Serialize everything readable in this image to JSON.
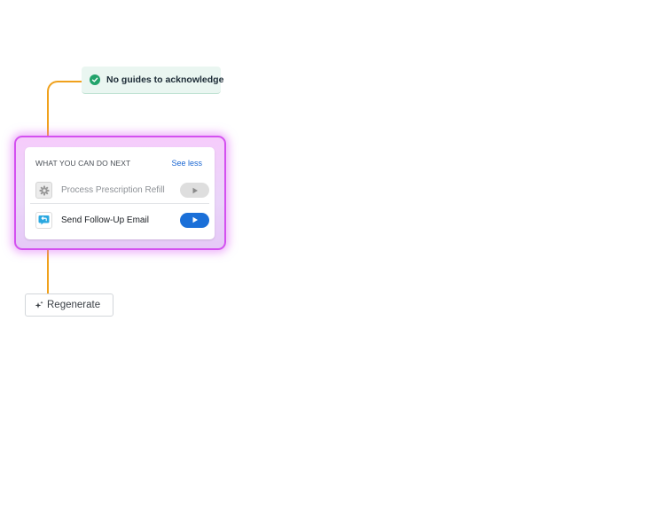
{
  "acknowledgement": {
    "text": "No guides to acknowledge",
    "icon": "check-circle-icon",
    "color": "#22a36b"
  },
  "next_actions": {
    "title": "WHAT YOU CAN DO NEXT",
    "toggle_label": "See less",
    "items": [
      {
        "label": "Process Prescription Refill",
        "icon": "gear-icon",
        "enabled": false
      },
      {
        "label": "Send Follow-Up Email",
        "icon": "reply-email-icon",
        "enabled": true
      }
    ]
  },
  "regenerate": {
    "label": "Regenerate",
    "icon": "sparkle-icon"
  },
  "colors": {
    "connector": "#f0a11c",
    "glow": "#d451f0",
    "primary": "#1a6fd8"
  }
}
